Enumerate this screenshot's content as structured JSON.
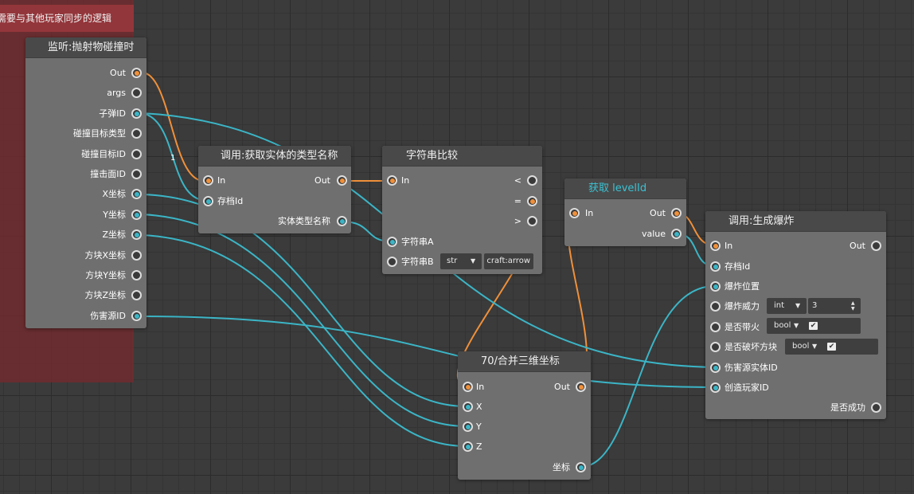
{
  "colors": {
    "exec": "#f0903a",
    "data": "#3bb5c6",
    "node_body": "#6f6f6f",
    "node_header": "#494949",
    "comment": "#8a3036"
  },
  "comment": {
    "title": "需要与其他玩家同步的逻辑"
  },
  "wire_label": "1",
  "nodes": {
    "listen": {
      "title": "监听:抛射物碰撞时",
      "outputs": [
        "Out",
        "args",
        "子弹ID",
        "碰撞目标类型",
        "碰撞目标ID",
        "撞击面ID",
        "X坐标",
        "Y坐标",
        "Z坐标",
        "方块X坐标",
        "方块Y坐标",
        "方块Z坐标",
        "伤害源ID"
      ]
    },
    "get_type": {
      "title": "调用:获取实体的类型名称",
      "in": "In",
      "save_id": "存档Id",
      "out": "Out",
      "type_name": "实体类型名称"
    },
    "compare": {
      "title": "字符串比较",
      "in": "In",
      "lt": "<",
      "eq": "=",
      "gt": ">",
      "str_a": "字符串A",
      "str_b": "字符串B",
      "type_value": "str",
      "str_b_value": "craft:arrow"
    },
    "level": {
      "title": "获取 levelId",
      "in": "In",
      "out": "Out",
      "value": "value"
    },
    "merge": {
      "title": "70/合并三维坐标",
      "in": "In",
      "out": "Out",
      "x": "X",
      "y": "Y",
      "z": "Z",
      "coord": "坐标"
    },
    "explode": {
      "title": "调用:生成爆炸",
      "in": "In",
      "out": "Out",
      "save_id": "存档Id",
      "pos": "爆炸位置",
      "power": "爆炸威力",
      "power_type": "int",
      "power_value": "3",
      "fire": "是否带火",
      "fire_type": "bool",
      "break": "是否破坏方块",
      "break_type": "bool",
      "source": "伤害源实体ID",
      "player": "创造玩家ID",
      "success": "是否成功"
    }
  }
}
